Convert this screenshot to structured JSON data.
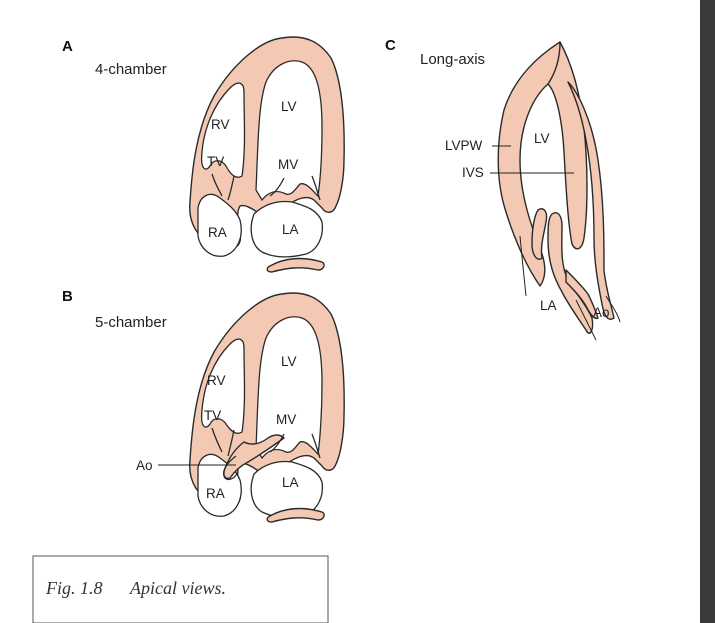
{
  "panels": {
    "a": {
      "letter": "A",
      "title": "4-chamber",
      "labels": {
        "rv": "RV",
        "lv": "LV",
        "tv": "TV",
        "mv": "MV",
        "ra": "RA",
        "la": "LA"
      }
    },
    "b": {
      "letter": "B",
      "title": "5-chamber",
      "labels": {
        "rv": "RV",
        "lv": "LV",
        "tv": "TV",
        "mv": "MV",
        "ra": "RA",
        "la": "LA",
        "ao": "Ao"
      }
    },
    "c": {
      "letter": "C",
      "title": "Long-axis",
      "labels": {
        "lvpw": "LVPW",
        "ivs": "IVS",
        "lv": "LV",
        "la": "LA",
        "ao": "Ao"
      }
    }
  },
  "caption": {
    "fig": "Fig. 1.8",
    "text": "Apical views."
  },
  "colors": {
    "myocardium": "#f4c9b4",
    "outline": "#2a2a2a"
  }
}
